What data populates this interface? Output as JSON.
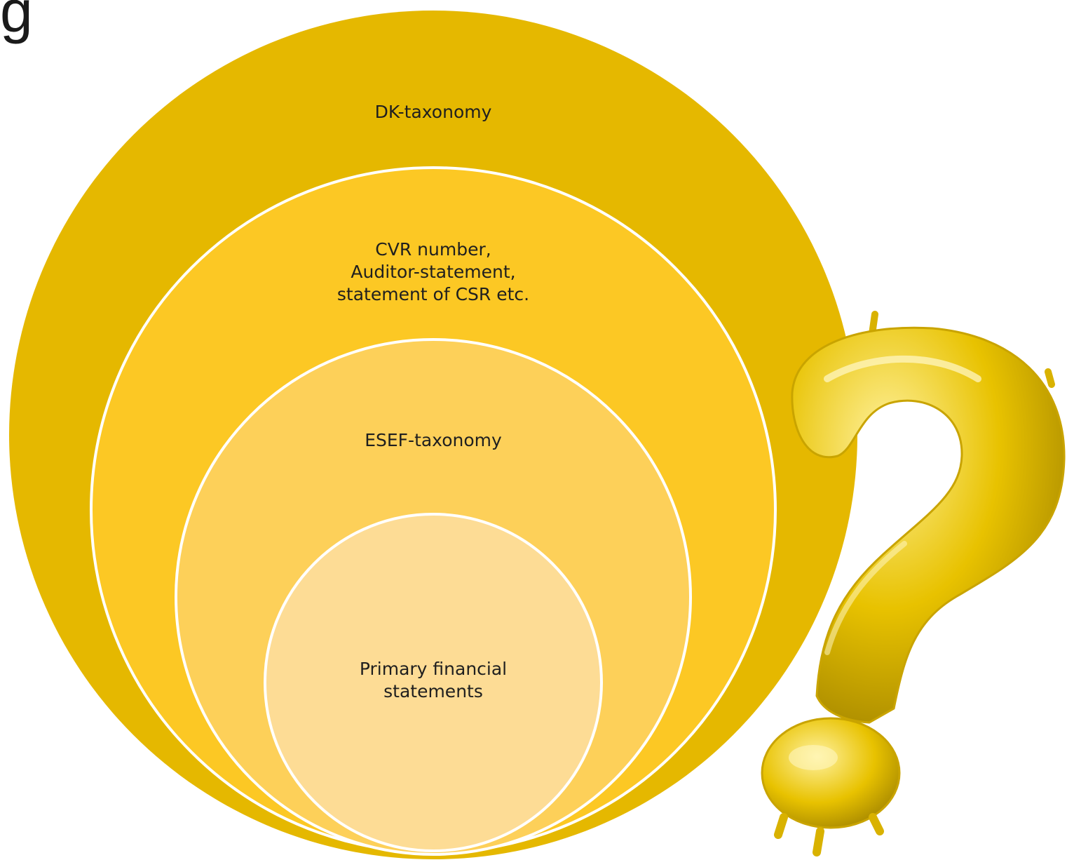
{
  "heading_fragment": "g",
  "diagram": {
    "levels": [
      {
        "label": "DK-taxonomy",
        "color": "#E5B800"
      },
      {
        "label": "CVR number,\nAuditor-statement,\nstatement of CSR etc.",
        "color": "#FCC824"
      },
      {
        "label": "ESEF-taxonomy",
        "color": "#FDD059"
      },
      {
        "label": "Primary financial\nstatements",
        "color": "#FDDC95"
      }
    ],
    "ring_stroke_color": "#FFFFFF"
  },
  "decoration": {
    "icon": "question-mark-balloon-icon",
    "colors": {
      "highlight": "#FFF2A0",
      "base": "#E8C200",
      "shadow": "#A98A00"
    }
  }
}
